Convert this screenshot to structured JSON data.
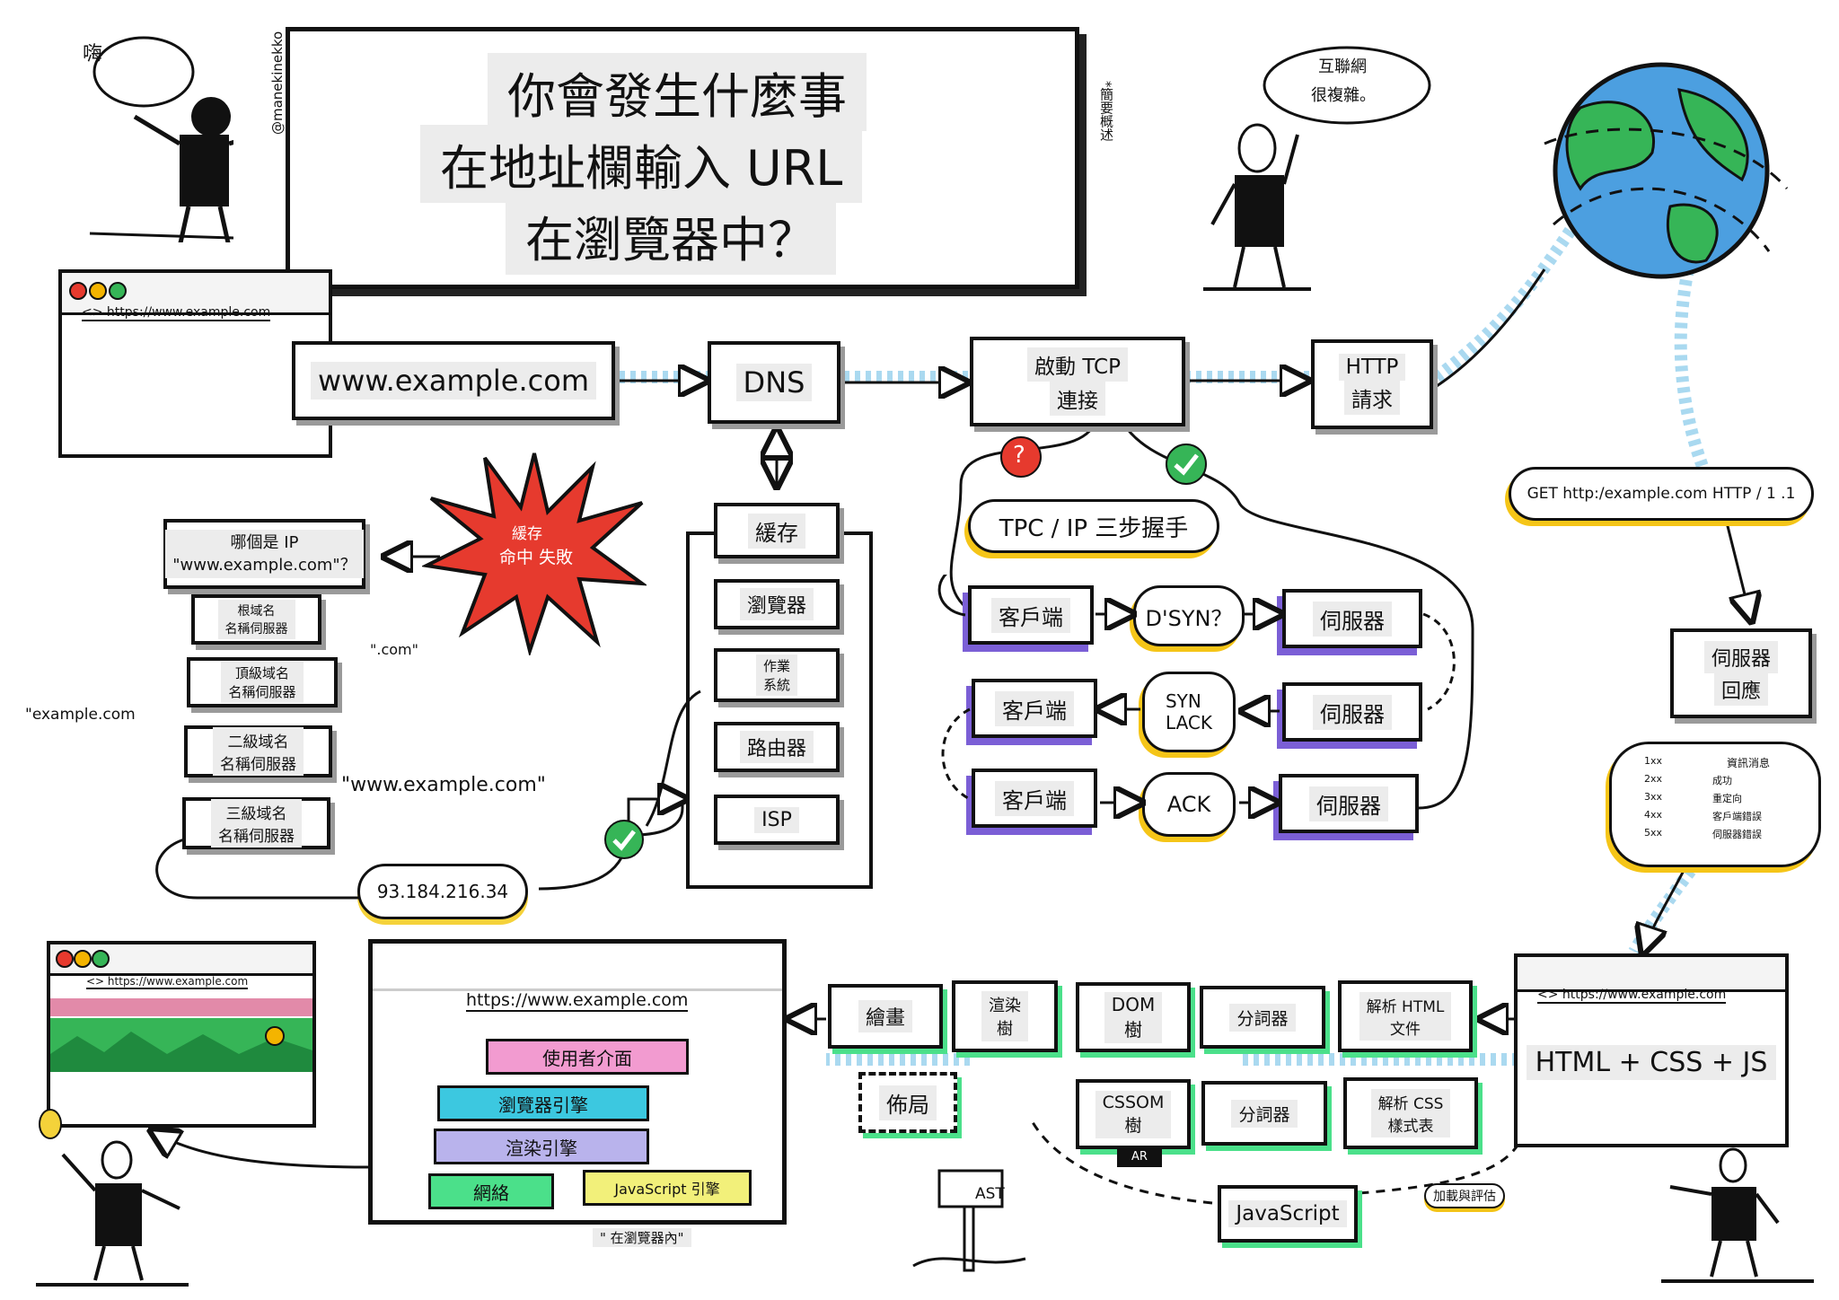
{
  "title": {
    "line1": "你會發生什麼事",
    "line2": "在地址欄輸入 URL",
    "line3": "在瀏覽器中？",
    "side_note": "*簡要概述",
    "credit": "@manekinekko"
  },
  "speech": {
    "hi": "嗨",
    "internet_line1": "互聯網",
    "internet_line2": "很複雜。"
  },
  "browser_top": {
    "url": "<> https://www.example.com"
  },
  "flow": {
    "address": "www.example.com",
    "dns": "DNS",
    "tcp_line1": "啟動 TCP",
    "tcp_line2": "連接",
    "http_line1": "HTTP",
    "http_line2": "請求",
    "get_request": "GET http:/example.com HTTP / 1 .1",
    "server_reply_line1": "伺服器",
    "server_reply_line2": "回應"
  },
  "cache": {
    "title": "緩存",
    "items": [
      "瀏覽器",
      "作業\n系統",
      "路由器",
      "ISP"
    ],
    "miss_line1": "緩存",
    "miss_line2": "命中 失敗"
  },
  "dns_resolve": {
    "question": "哪個是 IP\n\"www.example.com\"？",
    "root": "根域名\n名稱伺服器",
    "com": "\".com\"",
    "tld": "頂級域名\n名稱伺服器",
    "example": "\"example.com",
    "second": "二級域名\n名稱伺服器",
    "full": "\"www.example.com\"",
    "third": "三級域名\n名稱伺服器",
    "ip": "93.184.216.34"
  },
  "handshake": {
    "title": "TPC / IP 三步握手",
    "client": "客戶端",
    "server": "伺服器",
    "syn": "D'SYN？",
    "synack": "SYN\nLACK",
    "ack": "ACK",
    "q_mark": "?"
  },
  "status": {
    "header": "資訊消息",
    "rows": [
      [
        "1xx",
        ""
      ],
      [
        "2xx",
        "成功"
      ],
      [
        "3xx",
        "重定向"
      ],
      [
        "4xx",
        "客戶端錯誤"
      ],
      [
        "5xx",
        "伺服器錯誤"
      ]
    ]
  },
  "response_browser": {
    "url": "<> https://www.example.com",
    "content": "HTML + CSS + JS"
  },
  "render_pipeline": {
    "parse_html": "解析 HTML\n文件",
    "tokenizer1": "分詞器",
    "dom": "DOM\n樹",
    "render_tree": "渲染\n樹",
    "paint": "繪畫",
    "layout": "佈局",
    "parse_css": "解析 CSS\n樣式表",
    "tokenizer2": "分詞器",
    "cssom": "CSSOM\n樹",
    "ar": "AR",
    "javascript": "JavaScript",
    "load_eval": "加載與評估",
    "ast": "AST"
  },
  "browser_inside": {
    "url": "https://www.example.com",
    "ui": "使用者介面",
    "browser_engine": "瀏覽器引擎",
    "rendering_engine": "渲染引擎",
    "network": "網絡",
    "js_engine": "JavaScript 引擎",
    "caption": "\" 在瀏覽器內\""
  },
  "final_browser": {
    "url": "<> https://www.example.com"
  },
  "colors": {
    "ui": "#f29bd0",
    "browser_engine": "#3cc8e0",
    "rendering_engine": "#b9b3ec",
    "network": "#4be08a",
    "js_engine": "#f2f07a",
    "globe_water": "#4c9fe0",
    "globe_land": "#36b557",
    "burst": "#e63a2e",
    "dots": "#86c9ea",
    "purple": "#7b5fd6",
    "yellow": "#f5c518"
  }
}
